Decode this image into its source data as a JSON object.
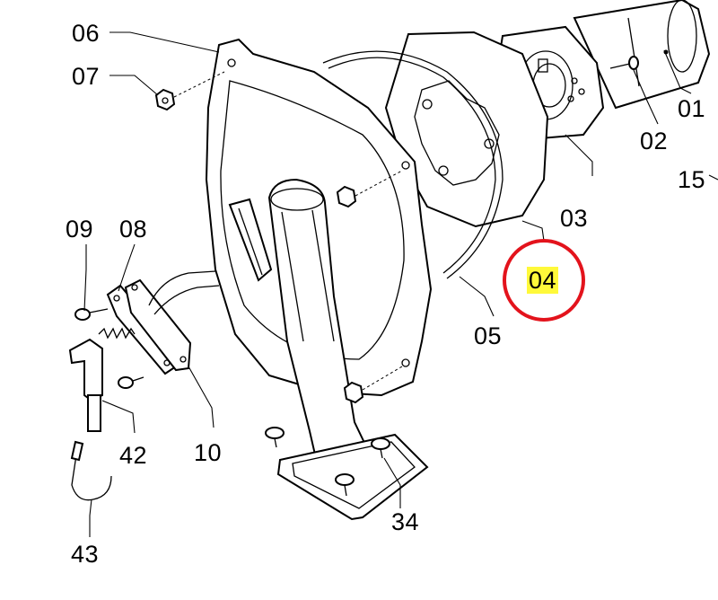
{
  "labels": {
    "p01": "01",
    "p02": "02",
    "p03": "03",
    "p04": "04",
    "p05": "05",
    "p06": "06",
    "p07": "07",
    "p08": "08",
    "p09": "09",
    "p10": "10",
    "p15": "15",
    "p34": "34",
    "p42": "42",
    "p43": "43"
  },
  "highlight": {
    "part": "04",
    "circle_color": "#e3131c",
    "text_bg_color": "#fff93a"
  }
}
